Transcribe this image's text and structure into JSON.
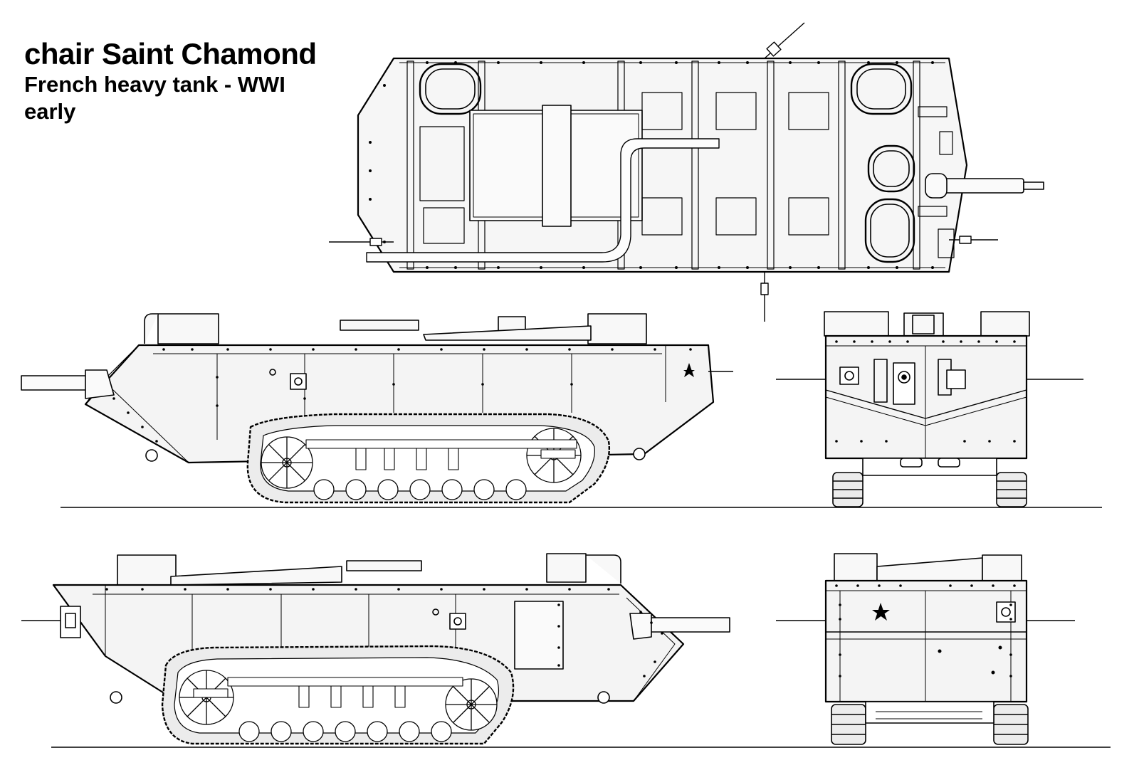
{
  "title": {
    "name": "chair Saint Chamond",
    "subtitle": "French heavy tank - WWI",
    "variant": "early"
  },
  "colors": {
    "ink": "#000000",
    "paper": "#ffffff",
    "plate": "#f4f4f4"
  },
  "views": [
    "top-view",
    "left-side-view",
    "front-view",
    "right-side-view",
    "rear-view"
  ]
}
